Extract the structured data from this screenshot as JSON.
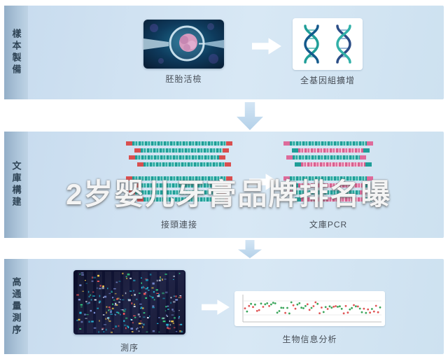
{
  "watermark": {
    "text": "2岁婴儿牙膏品牌排名曝"
  },
  "stages": [
    {
      "label": "樣本製備",
      "steps": [
        {
          "caption": "胚胎活檢"
        },
        {
          "caption": "全基因組擴增"
        }
      ]
    },
    {
      "label": "文庫構建",
      "steps": [
        {
          "caption": "接頭連接"
        },
        {
          "caption": "文庫PCR"
        }
      ]
    },
    {
      "label": "高通量測序",
      "steps": [
        {
          "caption": "測序"
        },
        {
          "caption": "生物信息分析"
        }
      ]
    }
  ],
  "colors": {
    "band_blue": "#cfe2f2",
    "label_bar_blue": "#a7bfd5",
    "arrow_blue": "#bcd7ec",
    "adapter_red": "#d94f4f",
    "adapter_pink": "#de6b9b",
    "fragment_teal": "#2aa39c",
    "watermark_white": "#f4f4f4",
    "scatter_red": "#e05555",
    "scatter_green": "#3aa55a"
  }
}
